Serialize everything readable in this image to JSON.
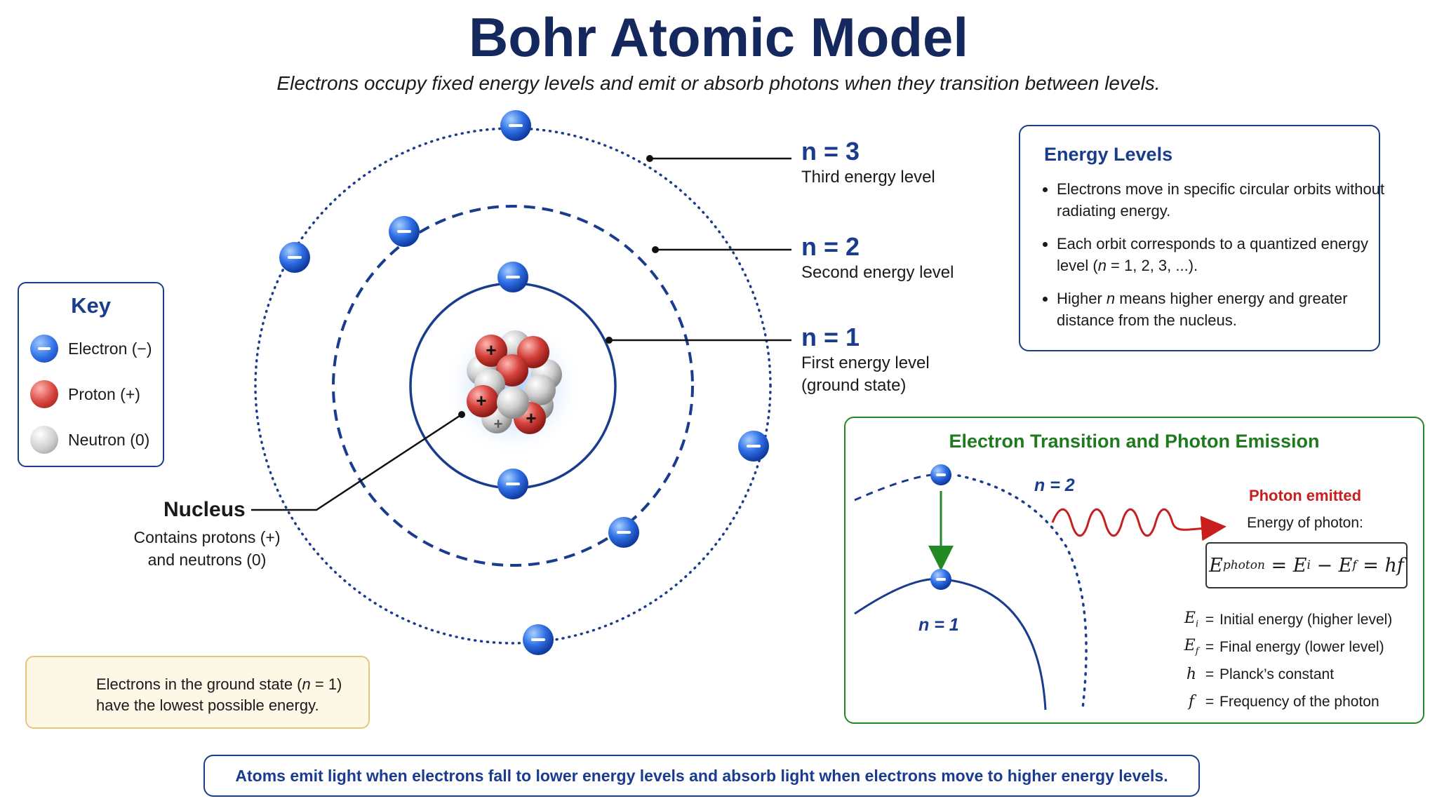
{
  "title": "Bohr Atomic Model",
  "subtitle": "Electrons occupy fixed energy levels and emit or absorb photons when they transition between levels.",
  "levels": [
    {
      "n": "n = 3",
      "desc": "Third energy level"
    },
    {
      "n": "n = 2",
      "desc": "Second energy level"
    },
    {
      "n": "n = 1",
      "desc": "First energy level\n(ground state)"
    }
  ],
  "key": {
    "title": "Key",
    "items": [
      {
        "label": "Electron (−)",
        "icon": "electron-icon"
      },
      {
        "label": "Proton (+)",
        "icon": "proton-icon"
      },
      {
        "label": "Neutron (0)",
        "icon": "neutron-icon"
      }
    ]
  },
  "nucleus": {
    "label": "Nucleus",
    "desc": "Contains protons (+)\nand neutrons (0)",
    "proton_signs": [
      "+",
      "+",
      "+"
    ],
    "neutron_sign": "+"
  },
  "tip": {
    "icon": "lightbulb-icon",
    "text_before": "Electrons in the ground state (",
    "text_italic": "n",
    "text_after": " = 1) have the lowest possible energy."
  },
  "energy_levels_box": {
    "title": "Energy Levels",
    "bullets": [
      {
        "a": "Electrons move in specific circular orbits without radiating energy.",
        "i": "",
        "b": ""
      },
      {
        "a": "Each orbit corresponds to a quantized energy level (",
        "i": "n",
        "b": " = 1, 2, 3, ...)."
      },
      {
        "a": "Higher ",
        "i": "n",
        "b": " means higher energy and greater distance from the nucleus."
      }
    ]
  },
  "transition": {
    "title": "Electron Transition and Photon Emission",
    "n2_label": "n = 2",
    "n1_label": "n = 1",
    "photon_title": "Photon emitted",
    "photon_sub": "Energy of photon:",
    "formula": {
      "E": "E",
      "photon_sub": "photon",
      "eq1": " = ",
      "Ei": "E",
      "i_sub": "i",
      "minus": " − ",
      "Ef": "E",
      "f_sub": "f",
      "eq2": " = ",
      "hf": "hf"
    },
    "definitions": [
      {
        "sym": "E",
        "sub": "i",
        "eq": "=",
        "text": "Initial energy (higher level)"
      },
      {
        "sym": "E",
        "sub": "f",
        "eq": "=",
        "text": "Final energy (lower level)"
      },
      {
        "sym": "h",
        "sub": "",
        "eq": "=",
        "text": "Planck’s constant"
      },
      {
        "sym": "f",
        "sub": "",
        "eq": "=",
        "text": "Frequency of the photon"
      }
    ]
  },
  "bottom_note": "Atoms emit light when electrons fall to lower energy levels and absorb light when electrons move to higher energy levels.",
  "colors": {
    "navy": "#14285e",
    "blue": "#1a3c8f",
    "green": "#238a23",
    "red": "#c81e1e",
    "tip_bg": "#fdf7e6",
    "tip_border": "#e6c67a"
  }
}
